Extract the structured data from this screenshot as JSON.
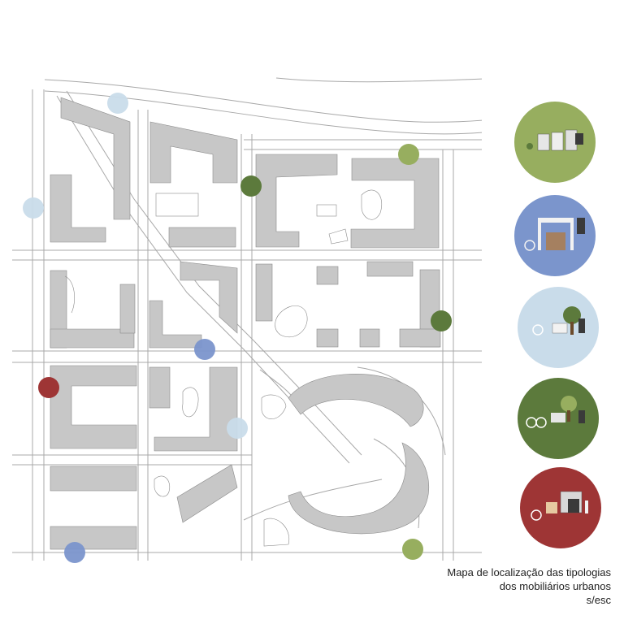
{
  "caption": {
    "line1": "Mapa de localização das tipologias",
    "line2": "dos mobiliários urbanos",
    "line3": "s/esc"
  },
  "colors": {
    "background": "#ffffff",
    "building": "#c7c7c7",
    "building_stroke": "#8a8a8a",
    "road_line": "#a8a8a8",
    "typology_1": "#97ae5f",
    "typology_2": "#7b95cc",
    "typology_3": "#c9dcea",
    "typology_4": "#5c7a3c",
    "typology_5": "#9e3535"
  },
  "legend": [
    {
      "id": "typology-1",
      "color": "#97ae5f",
      "icon": "kiosk-row-icon"
    },
    {
      "id": "typology-2",
      "color": "#7b95cc",
      "icon": "bus-shelter-icon"
    },
    {
      "id": "typology-3",
      "color": "#c9dcea",
      "icon": "bike-rack-tree-icon"
    },
    {
      "id": "typology-4",
      "color": "#5c7a3c",
      "icon": "bench-tree-icon"
    },
    {
      "id": "typology-5",
      "color": "#9e3535",
      "icon": "kiosk-cube-icon"
    }
  ]
}
